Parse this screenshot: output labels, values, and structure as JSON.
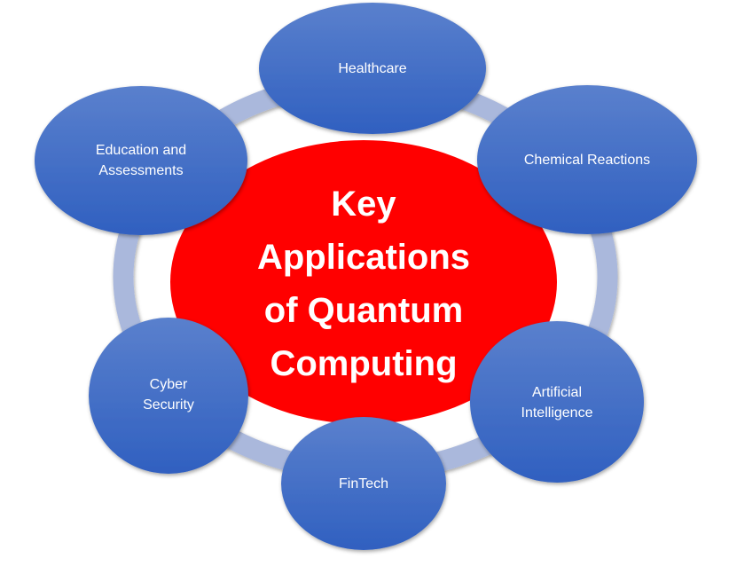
{
  "diagram": {
    "type": "hub-and-spoke cycle",
    "center": {
      "title_lines": [
        "Key",
        "Applications",
        "of Quantum",
        "Computing"
      ],
      "fill": "#ff0000",
      "text_color": "#ffffff"
    },
    "ring_color": "#aab8dd",
    "node_color_top": "#5b7fcc",
    "node_color_bottom": "#3363c1",
    "nodes": [
      {
        "id": "healthcare",
        "label": "Healthcare"
      },
      {
        "id": "chemical-reactions",
        "label": "Chemical Reactions"
      },
      {
        "id": "artificial-intelligence",
        "label": "Artificial\nIntelligence"
      },
      {
        "id": "fintech",
        "label": "FinTech"
      },
      {
        "id": "cyber-security",
        "label": "Cyber\nSecurity"
      },
      {
        "id": "education-assessments",
        "label": "Education and\nAssessments"
      }
    ]
  }
}
